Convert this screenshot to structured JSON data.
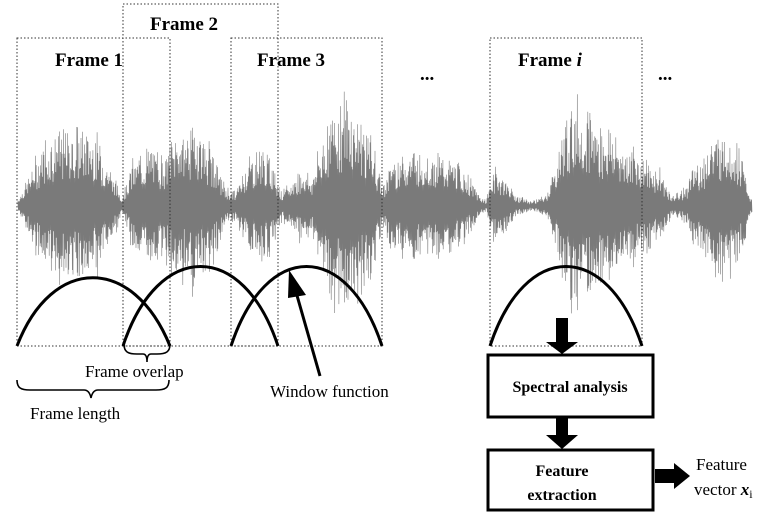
{
  "frames": [
    {
      "label": "Frame 1"
    },
    {
      "label": "Frame 2"
    },
    {
      "label": "Frame 3"
    },
    {
      "label": "Frame ",
      "label_suffix": "i"
    }
  ],
  "ellipsis": "...",
  "annotations": {
    "frame_overlap": "Frame overlap",
    "frame_length": "Frame length",
    "window_function": "Window function"
  },
  "blocks": {
    "spectral_analysis": "Spectral analysis",
    "feature_extraction_line1": "Feature",
    "feature_extraction_line2": "extraction"
  },
  "output": {
    "line1": "Feature",
    "line2_prefix": "vector ",
    "symbol": "x",
    "subscript": "i"
  }
}
